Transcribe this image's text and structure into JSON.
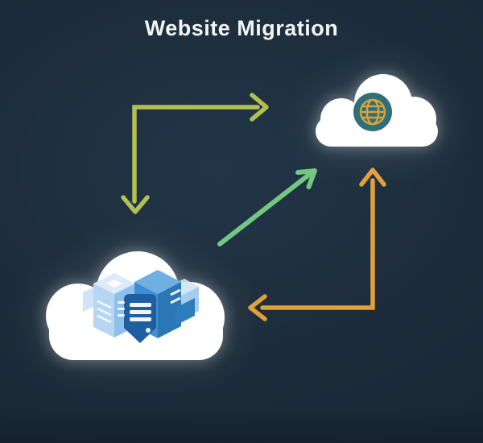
{
  "diagram": {
    "title": "Website Migration"
  },
  "colors": {
    "background": "#1d2d3b",
    "background_light": "#223648",
    "background_dark": "#192835",
    "title": "#f2f4f6",
    "cloud": "#ffffff",
    "arrow_olive": "#b2bf55",
    "arrow_green": "#74c682",
    "arrow_orange": "#e2a03c",
    "globe_circle": "#2e6f78",
    "globe_lines": "#d9a33c",
    "server_lightest": "#ddeafa",
    "server_light": "#b7d6f2",
    "server_shade": "#8fc0ec",
    "server_ghost": "#cfe4f7",
    "server_ghost_side": "#9cc6ec",
    "server_top": "#6eb0e2",
    "server_mid": "#3f8ed3",
    "server_mid_dark": "#2b76b4",
    "server_step": "#2f7cba",
    "server_dark": "#1d5fa0",
    "detail_white": "#eef5fc"
  },
  "nodes": {
    "web_cloud": {
      "icon": "globe-icon",
      "position": "top-right"
    },
    "server_cloud": {
      "icon": "server-stack-icon",
      "position": "bottom-left"
    }
  },
  "arrows": [
    {
      "id": "olive-l-arrow",
      "color": "#b2bf55",
      "shape": "L",
      "heads": [
        "right toward web cloud",
        "down toward server cloud"
      ]
    },
    {
      "id": "green-diagonal-arrow",
      "color": "#74c682",
      "shape": "diagonal",
      "heads": [
        "up-right toward web cloud"
      ]
    },
    {
      "id": "orange-l-arrow",
      "color": "#e2a03c",
      "shape": "L",
      "heads": [
        "up toward web cloud",
        "left toward server cloud"
      ]
    }
  ]
}
